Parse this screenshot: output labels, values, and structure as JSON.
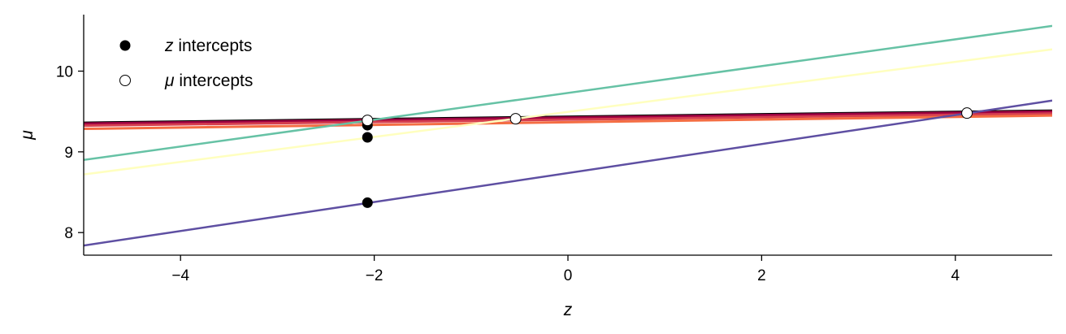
{
  "chart_data": {
    "type": "line",
    "title": "",
    "xlabel": "z",
    "ylabel": "μ",
    "xlim": [
      -5,
      5
    ],
    "ylim": [
      7.72,
      10.7
    ],
    "x_ticks": [
      -4,
      -2,
      0,
      2,
      4
    ],
    "x_tick_labels": [
      "−4",
      "−2",
      "0",
      "2",
      "4"
    ],
    "y_ticks": [
      8,
      9,
      10
    ],
    "y_tick_labels": [
      "8",
      "9",
      "10"
    ],
    "grid": false,
    "legend_position": "top-left",
    "series": [
      {
        "color": "#9e0142",
        "x": [
          -5,
          5
        ],
        "y": [
          9.345,
          9.495
        ],
        "width": 4
      },
      {
        "color": "#d53e4f",
        "x": [
          -5,
          5
        ],
        "y": [
          9.325,
          9.475
        ],
        "width": 3
      },
      {
        "color": "#f46d43",
        "x": [
          -5,
          5
        ],
        "y": [
          9.285,
          9.45
        ],
        "width": 3
      },
      {
        "color": "#ffffbf",
        "x": [
          -5,
          5
        ],
        "y": [
          8.72,
          10.27
        ],
        "width": 2.5
      },
      {
        "color": "#66c2a5",
        "x": [
          -5,
          5
        ],
        "y": [
          8.9,
          10.56
        ],
        "width": 2.5
      },
      {
        "color": "#5e4fa2",
        "x": [
          -5,
          5
        ],
        "y": [
          7.84,
          9.635
        ],
        "width": 2.5
      }
    ],
    "z_intercepts": {
      "x": [
        -2.07,
        -2.07,
        -2.07
      ],
      "y": [
        9.33,
        9.18,
        8.37
      ]
    },
    "mu_intercepts": {
      "x": [
        -2.07,
        -0.54,
        4.12
      ],
      "y": [
        9.39,
        9.41,
        9.48
      ]
    },
    "legend": [
      {
        "symbol": "z",
        "text": " intercepts",
        "marker": "filled"
      },
      {
        "symbol": "μ",
        "text": " intercepts",
        "marker": "open"
      }
    ]
  }
}
